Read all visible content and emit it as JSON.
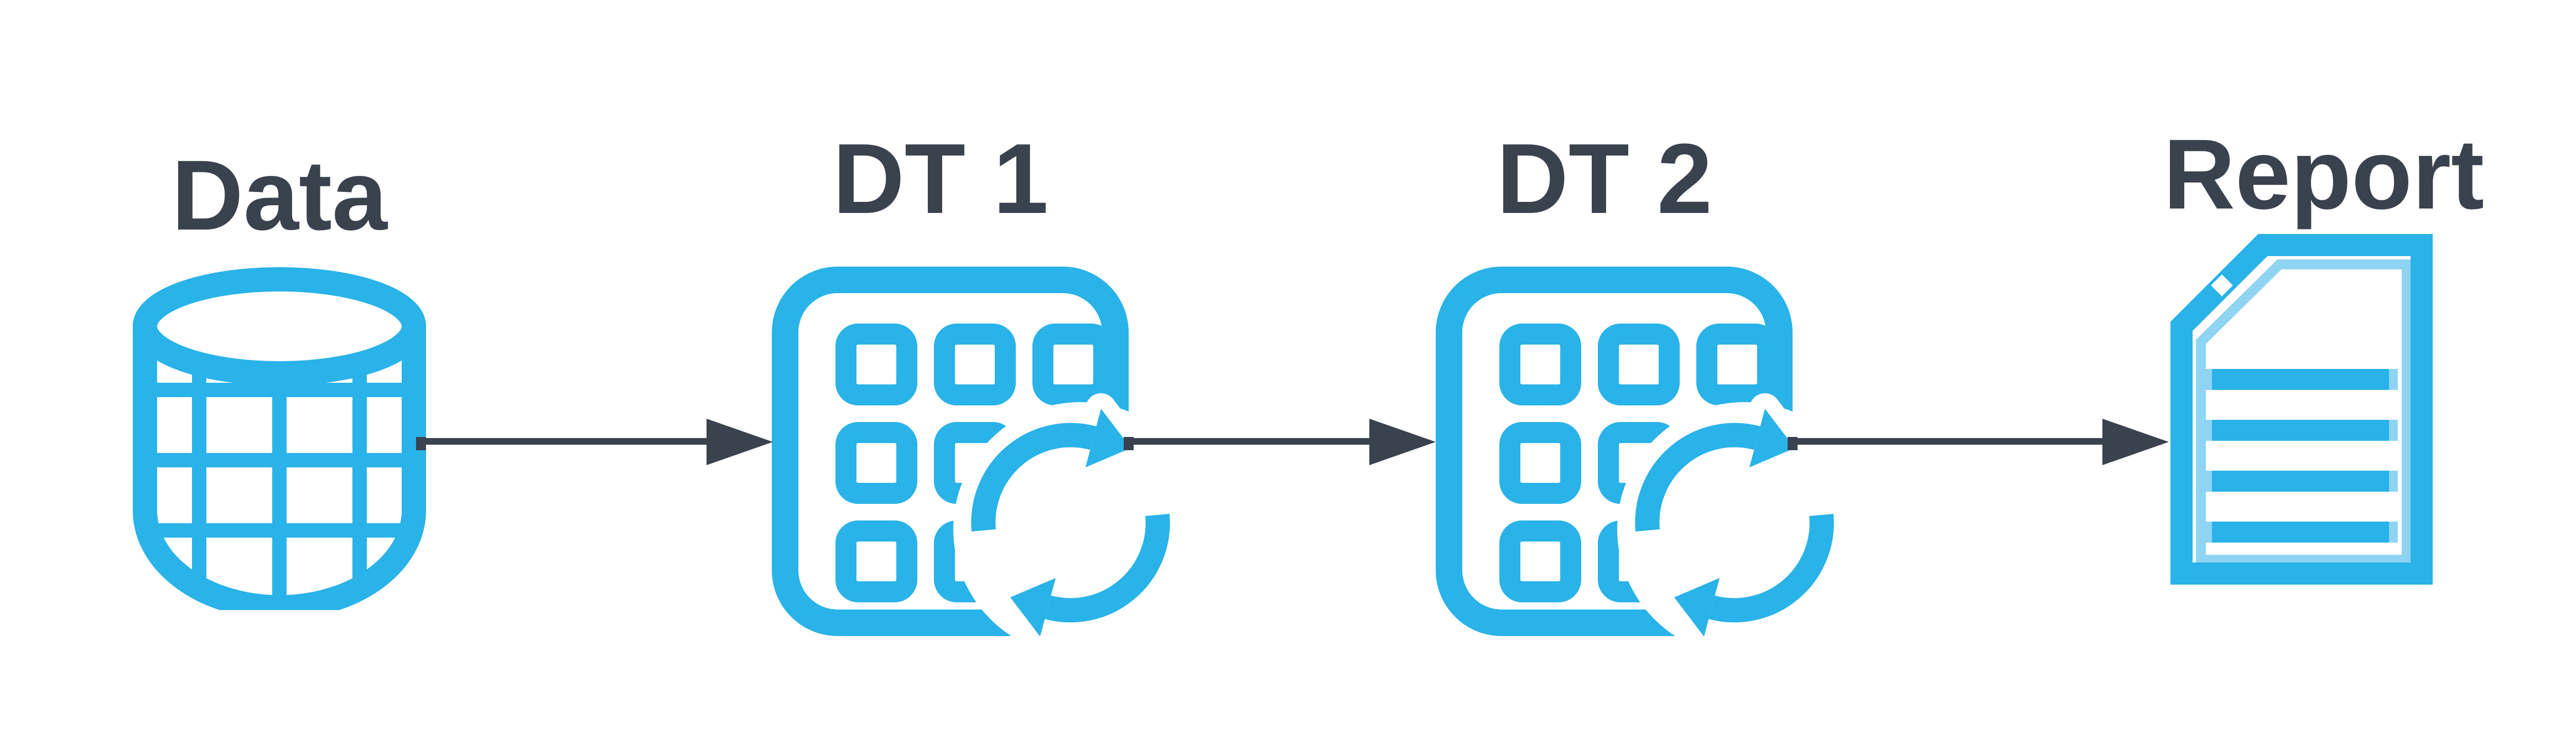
{
  "diagram": {
    "description": "Data pipeline flow diagram",
    "nodes": [
      {
        "id": "data",
        "label": "Data",
        "icon": "database-icon"
      },
      {
        "id": "dt1",
        "label": "DT 1",
        "icon": "data-transformation-icon"
      },
      {
        "id": "dt2",
        "label": "DT 2",
        "icon": "data-transformation-icon"
      },
      {
        "id": "report",
        "label": "Report",
        "icon": "document-icon"
      }
    ],
    "connectors": [
      {
        "from": "data",
        "to": "dt1"
      },
      {
        "from": "dt1",
        "to": "dt2"
      },
      {
        "from": "dt2",
        "to": "report"
      }
    ]
  },
  "colors": {
    "accent": "#29b3e8",
    "accent_light": "#8fd4f2",
    "ink": "#3a424e",
    "background": "#ffffff"
  }
}
